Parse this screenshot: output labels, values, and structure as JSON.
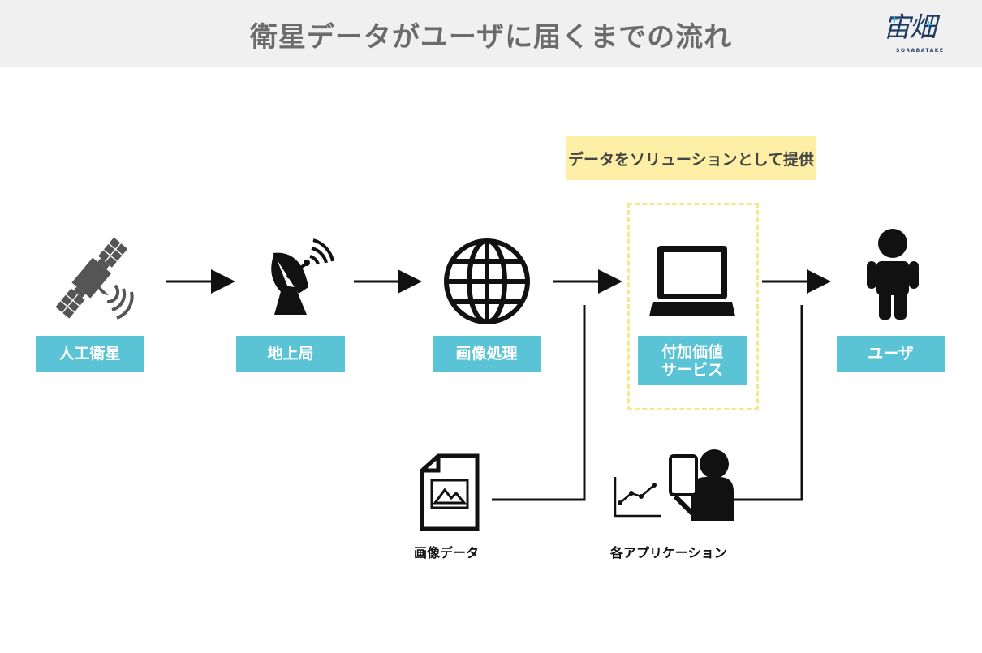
{
  "header": {
    "title": "衛星データがユーザに届くまでの流れ",
    "logo_text": "宙畑",
    "logo_sub": "SORABATAKE"
  },
  "callout": "データをソリューションとして提供",
  "nodes": {
    "satellite": "人工衛星",
    "ground_station": "地上局",
    "image_processing": "画像処理",
    "value_added": "付加価値\nサービス",
    "user": "ユーザ"
  },
  "side_items": {
    "image_data": "画像データ",
    "applications": "各アプリケーション"
  },
  "colors": {
    "label_bg": "#5bc3d6",
    "callout_bg": "#fdf0a6",
    "dashed_border": "#f7e98a",
    "title": "#6b6b6b",
    "logo": "#1f3b63",
    "logo_accent": "#3fb8d6"
  }
}
